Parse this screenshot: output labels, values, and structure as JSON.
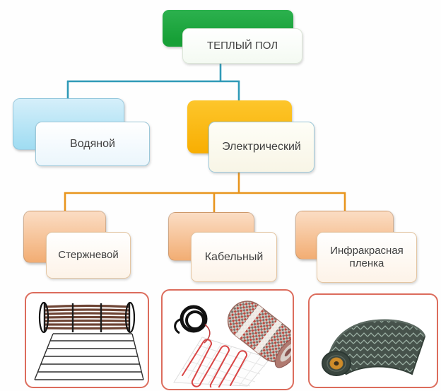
{
  "diagram": {
    "root": {
      "label": "ТЕПЛЫЙ ПОЛ"
    },
    "level2": [
      {
        "label": "Водяной"
      },
      {
        "label": "Электрический"
      }
    ],
    "level3": [
      {
        "label": "Стержневой"
      },
      {
        "label": "Кабельный"
      },
      {
        "label": "Инфракрасная пленка"
      }
    ],
    "photos": [
      {
        "name": "rod-heating-mat-photo"
      },
      {
        "name": "cable-heating-mat-photo"
      },
      {
        "name": "infrared-film-roll-photo"
      }
    ]
  },
  "colors": {
    "green": "#17a037",
    "green-light": "#2cb14e",
    "blue-top": "#d5effa",
    "blue-bottom": "#9fdcf2",
    "amber-top": "#fdc62b",
    "amber-bottom": "#f8ae02",
    "peach-top": "#fbddc4",
    "peach-bottom": "#f2ad73",
    "teal-line": "#2f9ab7",
    "orange-line": "#e8951d",
    "photo-border": "#dc6c5c",
    "text": "#3f3f3f",
    "label-border-green": "#dce6d8",
    "label-border-blue": "#9cc7d8",
    "label-border-peach": "#e3c5a2"
  }
}
